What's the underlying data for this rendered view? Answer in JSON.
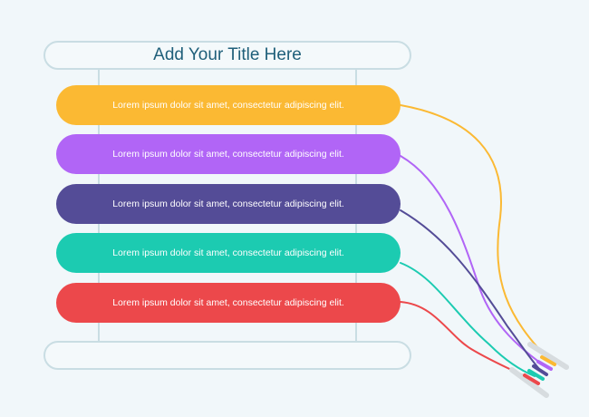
{
  "title": "Add Your Title Here",
  "items": [
    {
      "text": "Lorem ipsum dolor sit amet, consectetur adipiscing elit.",
      "color": "#fbb933"
    },
    {
      "text": "Lorem ipsum dolor sit amet, consectetur adipiscing elit.",
      "color": "#b165f6"
    },
    {
      "text": "Lorem ipsum dolor sit amet, consectetur adipiscing elit.",
      "color": "#544c97"
    },
    {
      "text": "Lorem ipsum dolor sit amet, consectetur adipiscing elit.",
      "color": "#1ccbb1"
    },
    {
      "text": "Lorem ipsum dolor sit amet, consectetur adipiscing elit.",
      "color": "#ec484b"
    }
  ],
  "colors": {
    "background": "#f1f7fa",
    "frame": "#c9dde3",
    "title_text": "#1f5f7a"
  }
}
